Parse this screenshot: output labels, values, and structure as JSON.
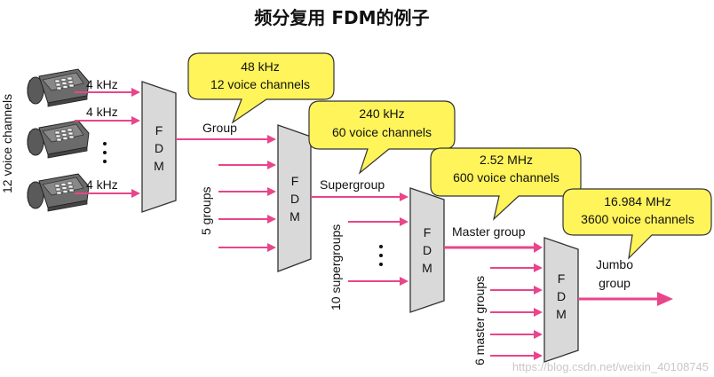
{
  "title": "频分复用 FDM的例子",
  "sources": {
    "side_label": "12 voice channels",
    "channel_labels": [
      "4 kHz",
      "4 kHz",
      "4 kHz"
    ]
  },
  "mux_letters": [
    "F",
    "D",
    "M"
  ],
  "stages": [
    {
      "output_label": "Group",
      "callout_line1": "48 kHz",
      "callout_line2": "12 voice channels"
    },
    {
      "input_label": "5 groups",
      "output_label": "Supergroup",
      "callout_line1": "240 kHz",
      "callout_line2": "60 voice channels"
    },
    {
      "input_label": "10 supergroups",
      "output_label": "Master group",
      "callout_line1": "2.52 MHz",
      "callout_line2": "600 voice channels"
    },
    {
      "input_label": "6 master groups",
      "output_label_line1": "Jumbo",
      "output_label_line2": "group",
      "callout_line1": "16.984 MHz",
      "callout_line2": "3600 voice channels"
    }
  ],
  "colors": {
    "signal": "#e8458b",
    "callout": "#fff45a",
    "mux": "#d9d9d9"
  },
  "icons": [
    "telephone-icon"
  ],
  "watermark": "https://blog.csdn.net/weixin_40108745"
}
